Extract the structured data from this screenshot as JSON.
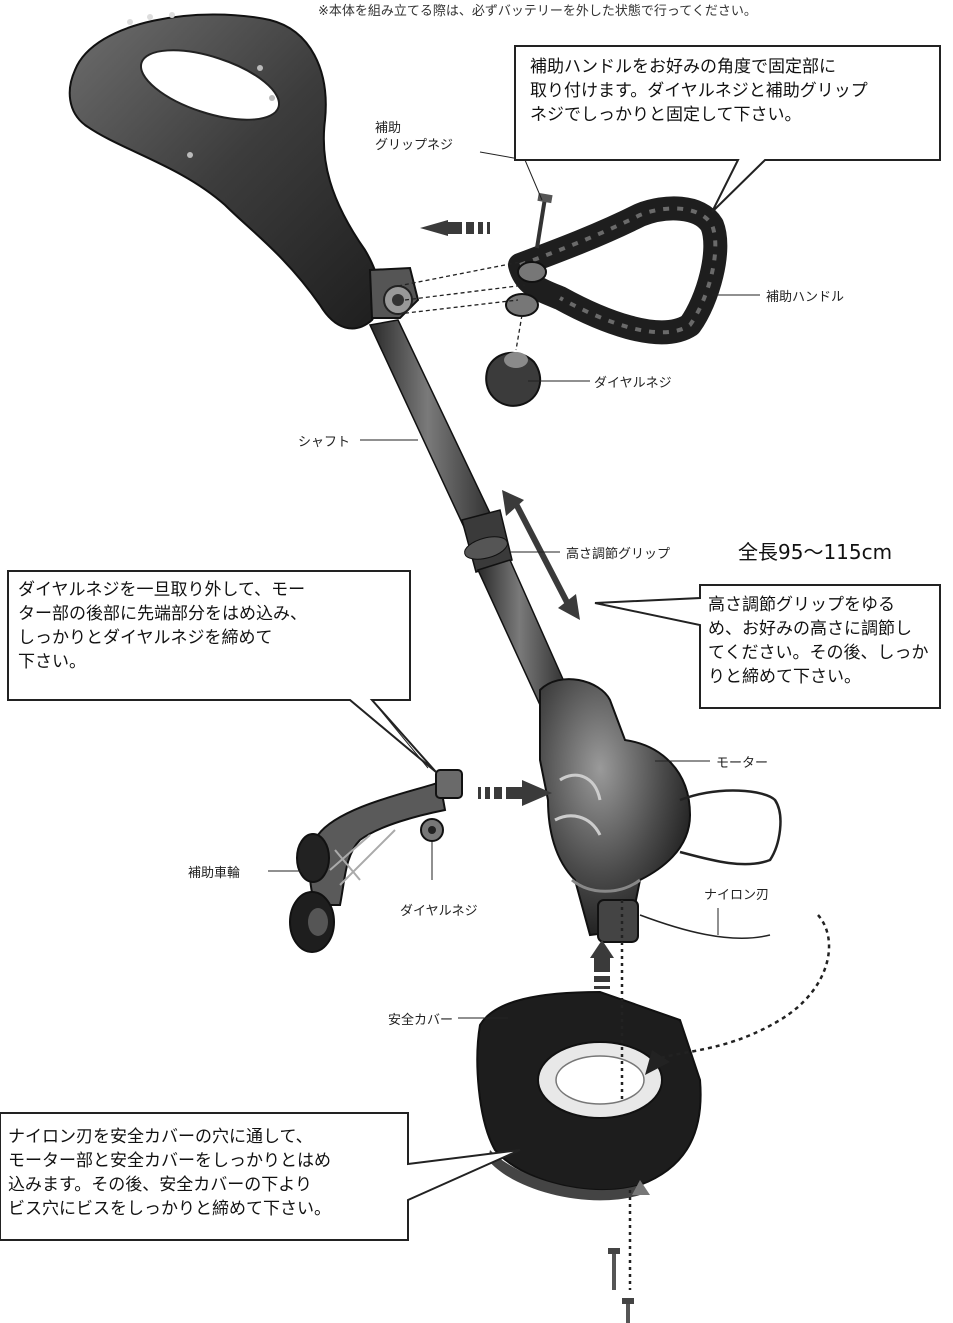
{
  "top_note": "※本体を組み立てる際は、必ずバッテリーを外した状態で行ってください。",
  "callouts": {
    "handle": "補助ハンドルをお好みの角度で固定部に\n取り付けます。ダイヤルネジと補助グリップ\nネジでしっかりと固定して下さい。",
    "height": "高さ調節グリップをゆる\nめ、お好みの高さに調節し\nてください。その後、しっか\nりと締めて下さい。",
    "wheel": "ダイヤルネジを一旦取り外して、モー\nター部の後部に先端部分をはめ込み、\nしっかりとダイヤルネジを締めて\n下さい。",
    "cover": "ナイロン刃を安全カバーの穴に通して、\nモーター部と安全カバーをしっかりとはめ\n込みます。その後、安全カバーの下より\nビス穴にビスをしっかりと締めて下さい。"
  },
  "labels": {
    "grip_screw": "補助\nグリップネジ",
    "aux_handle": "補助ハンドル",
    "dial_screw_top": "ダイヤルネジ",
    "shaft": "シャフト",
    "height_grip": "高さ調節グリップ",
    "total_length": "全長95〜115cm",
    "motor": "モーター",
    "aux_wheel": "補助車輪",
    "dial_screw_bottom": "ダイヤルネジ",
    "nylon_blade": "ナイロン刃",
    "safety_cover": "安全カバー"
  }
}
